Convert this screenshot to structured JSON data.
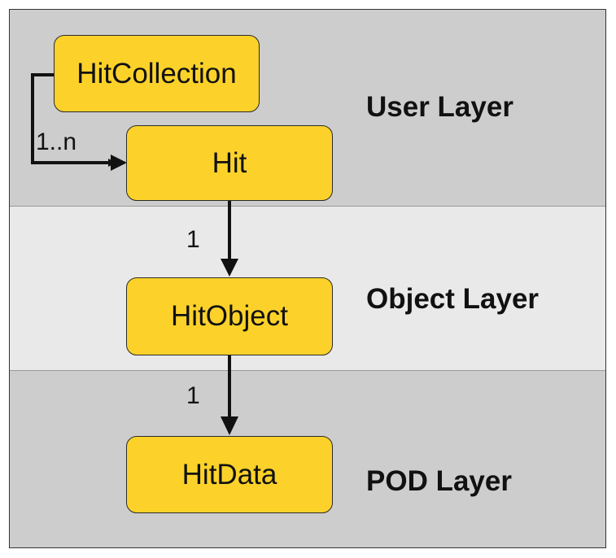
{
  "layers": {
    "user": "User Layer",
    "object": "Object Layer",
    "pod": "POD Layer"
  },
  "nodes": {
    "hit_collection": "HitCollection",
    "hit": "Hit",
    "hit_object": "HitObject",
    "hit_data": "HitData"
  },
  "multiplicities": {
    "collection_to_hit": "1..n",
    "hit_to_object": "1",
    "object_to_data": "1"
  },
  "colors": {
    "node_fill": "#fcd22a",
    "layer_dark": "#cdcdcd",
    "layer_light": "#e9e9e9"
  }
}
